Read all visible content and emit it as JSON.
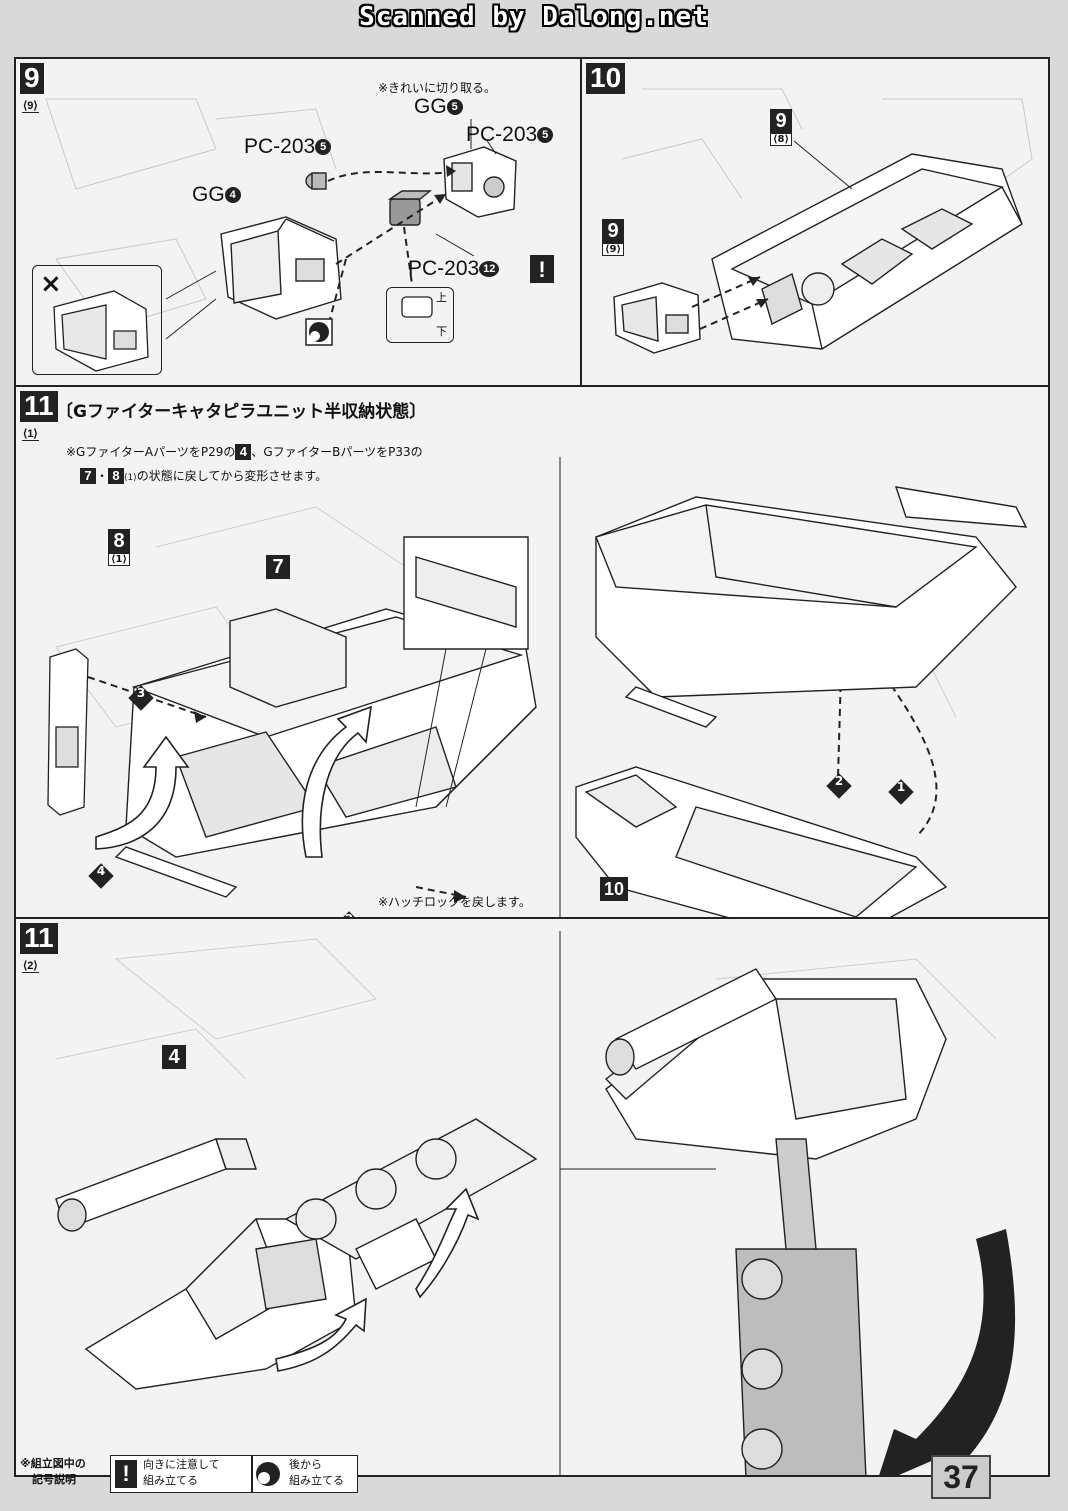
{
  "watermark": "Scanned by Dalong.net",
  "step9": {
    "number": "9",
    "substep": "⟨9⟩",
    "labels": {
      "pc203_a": "PC-203",
      "pc203_a_num": "5",
      "gg4": "GG",
      "gg4_num": "4",
      "gg5": "GG",
      "gg5_num": "5",
      "pc203_b": "PC-203",
      "pc203_b_num": "5",
      "pc203_c": "PC-203",
      "pc203_c_num": "12",
      "cut_note": "※きれいに切り取る。",
      "wrong_mark": "×",
      "top": "上",
      "bottom": "下"
    }
  },
  "step10": {
    "number": "10",
    "part9_num": "9",
    "part9_sub": "⟨8⟩",
    "part9b_num": "9",
    "part9b_sub": "⟨9⟩"
  },
  "step11_1": {
    "number": "11",
    "substep": "⟨1⟩",
    "title": "〔Gファイターキャタピラユニット半収納状態〕",
    "note_line1_a": "※GファイターAパーツをP29の",
    "note_line1_box": "4",
    "note_line1_b": "、GファイターBパーツをP33の",
    "note_line2_box1": "7",
    "note_line2_dot": "・",
    "note_line2_box2": "8",
    "note_line2_sub": "⟨1⟩",
    "note_line2_b": "の状態に戻してから変形させます。",
    "part8": "8",
    "part8_sub": "⟨1⟩",
    "part7": "7",
    "part10": "10",
    "hatch_note": "※ハッチロックを戻します。",
    "markers": [
      "3",
      "4",
      "2",
      "2",
      "1",
      "2",
      "1"
    ]
  },
  "step11_2": {
    "number": "11",
    "substep": "⟨2⟩",
    "part4": "4"
  },
  "legend": {
    "title_line1": "※組立図中の",
    "title_line2": "記号説明",
    "item1_icon": "!",
    "item1_line1": "向きに注意して",
    "item1_line2": "組み立てる",
    "item2_line1": "後から",
    "item2_line2": "組み立てる"
  },
  "page_number": "37"
}
